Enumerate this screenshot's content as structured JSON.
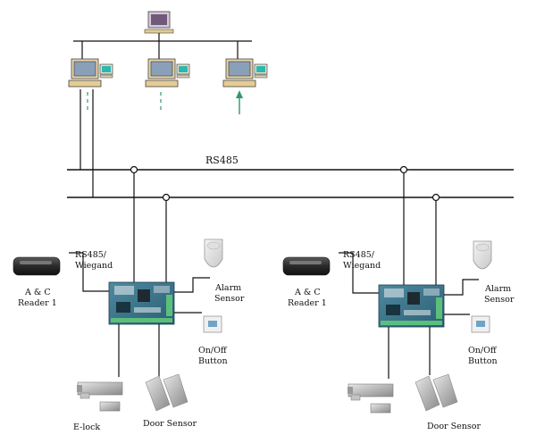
{
  "bus_label": "RS485",
  "panels": [
    {
      "reader_label_line1": "A & C",
      "reader_label_line2": "Reader 1",
      "link_label_line1": "RS485/",
      "link_label_line2": "Wiegand",
      "alarm_label_line1": "Alarm",
      "alarm_label_line2": "Sensor",
      "button_label_line1": "On/Off",
      "button_label_line2": "Button",
      "elock_label": "E-lock",
      "door_sensor_label": "Door Sensor"
    },
    {
      "reader_label_line1": "A & C",
      "reader_label_line2": "Reader 1",
      "link_label_line1": "RS485/",
      "link_label_line2": "Wiegand",
      "alarm_label_line1": "Alarm",
      "alarm_label_line2": "Sensor",
      "button_label_line1": "On/Off",
      "button_label_line2": "Button",
      "door_sensor_label": "Door Sensor"
    }
  ],
  "colors": {
    "board": "#2f6d86",
    "connector": "#5bbf7a",
    "arrow": "#2e9a6a",
    "reader": "#2b2b2b"
  }
}
